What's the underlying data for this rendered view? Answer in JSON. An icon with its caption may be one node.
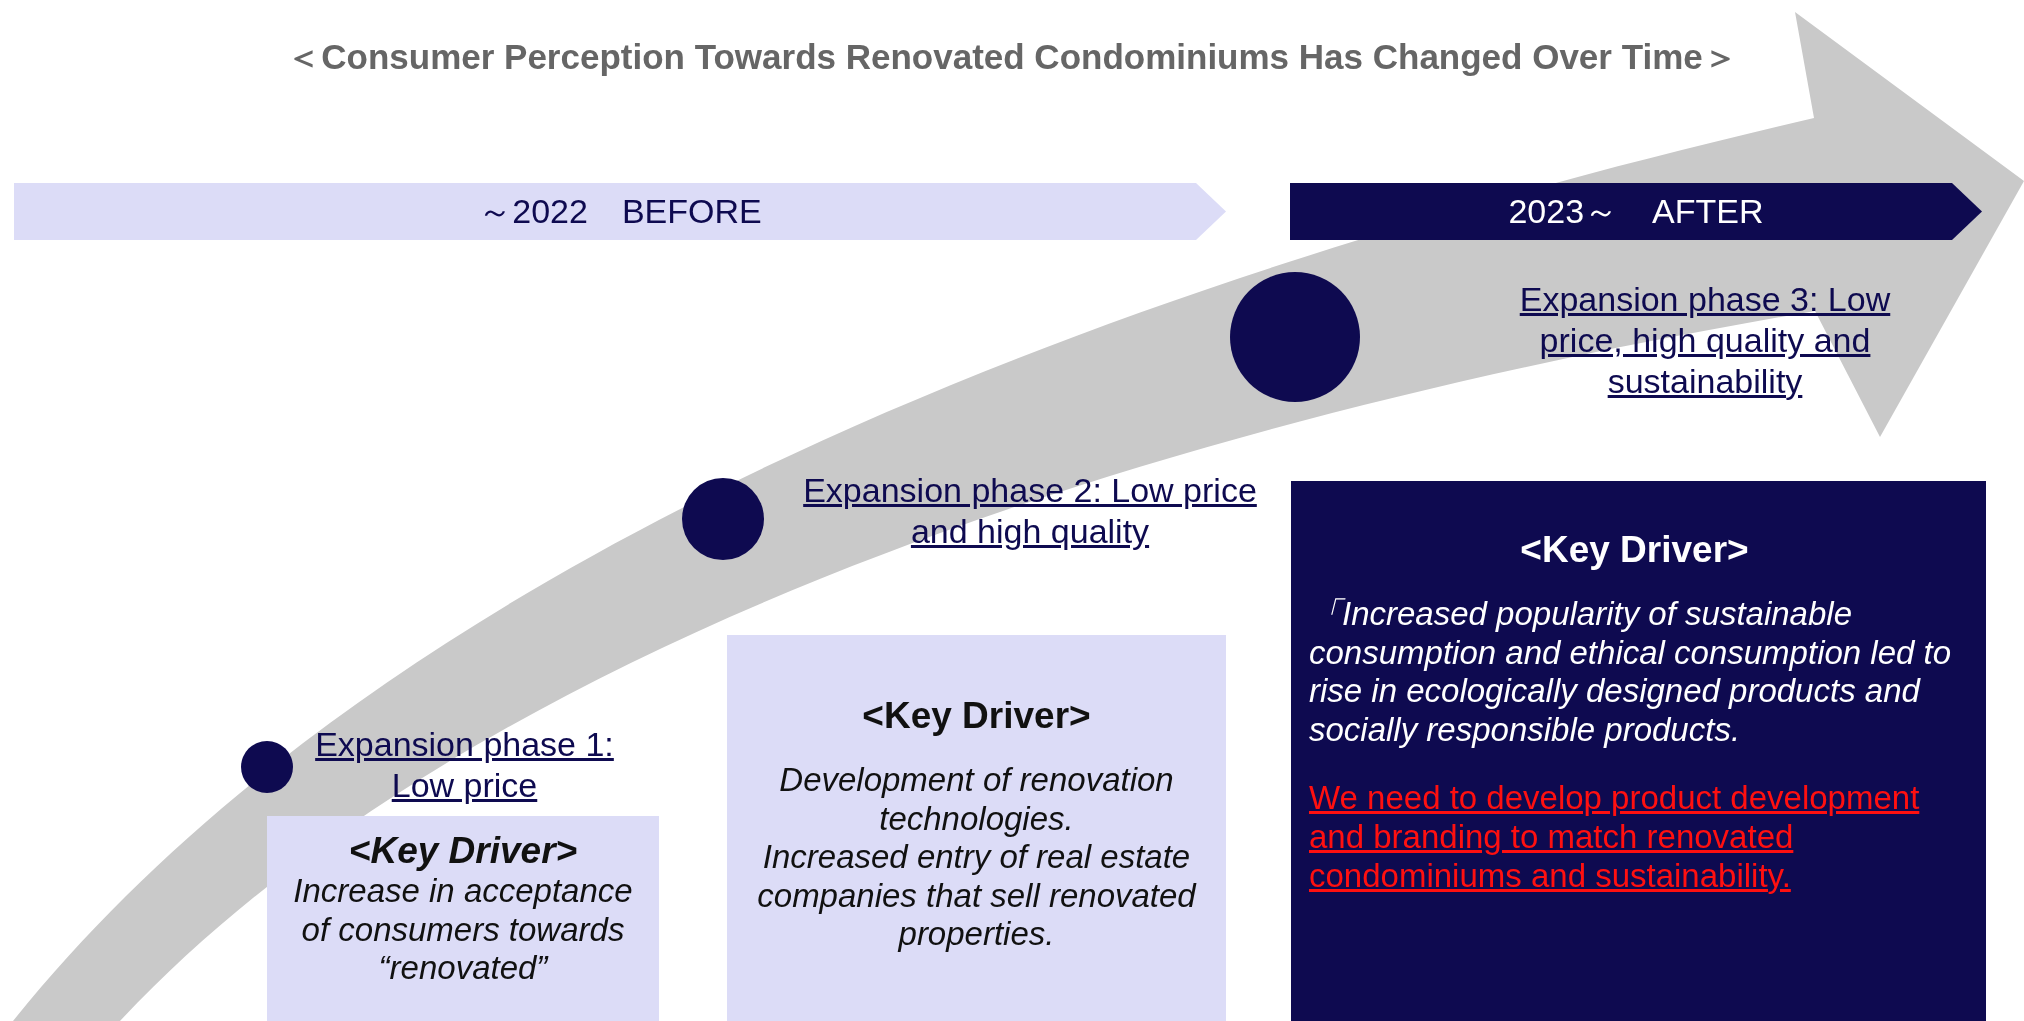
{
  "diagram": {
    "title": "＜Consumer Perception Towards Renovated Condominiums Has Changed Over Time＞",
    "nodes": [
      {
        "text": [
          "～2022　BEFORE"
        ]
      },
      {
        "text": [
          "2023～　AFTER"
        ]
      },
      {
        "text": [],
        "shape": "circle"
      },
      {
        "text": [],
        "shape": "circle"
      },
      {
        "text": [],
        "shape": "circle"
      },
      {
        "text": [
          "Expansion phase 1: Low price"
        ]
      },
      {
        "text": [
          "Expansion phase 2: Low price and high quality"
        ]
      },
      {
        "text": [
          "Expansion phase 3: Low price, high quality and sustainability"
        ]
      },
      {
        "text": [
          "<Key Driver>",
          "Increase in acceptance of consumers towards “renovated”"
        ]
      },
      {
        "text": [
          "<Key Driver>",
          "Development of renovation technologies.",
          "Increased entry of real estate companies that sell renovated properties."
        ]
      },
      {
        "text": [
          "<Key Driver>",
          "「Increased popularity of sustainable consumption and ethical consumption led to rise in ecologically designed products and socially responsible products.",
          "We need to develop product development and branding to match renovated condominiums and sustainability."
        ]
      }
    ]
  }
}
